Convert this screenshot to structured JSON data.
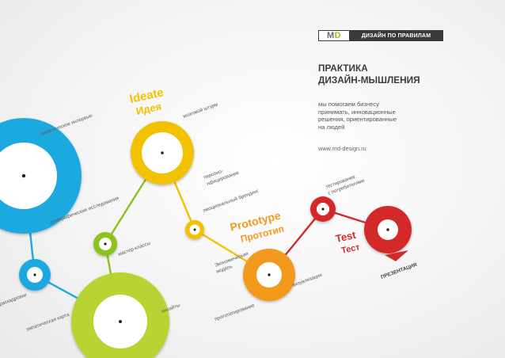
{
  "brand": {
    "logo_m": "M",
    "logo_d": "D",
    "tagline": "ДИЗАЙН ПО ПРАВИЛАМ",
    "colors": {
      "logo_green": "#9bc21d",
      "dark": "#3a3a3a"
    }
  },
  "headline": {
    "line1": "ПРАКТИКА",
    "line2": "ДИЗАЙН-МЫШЛЕНИЯ"
  },
  "description": {
    "line1": "мы помогаем бизнесу",
    "line2": "принимать, инновационные",
    "line3": "решения, ориентированные",
    "line4": "на людей"
  },
  "website": "www.md-design.ru",
  "stages": {
    "ideate": {
      "en": "Ideate",
      "ru": "Идея",
      "color": "#f2c200"
    },
    "prototype": {
      "en": "Prototype",
      "ru": "Прототип",
      "color": "#f39a1e"
    },
    "test": {
      "en": "Test",
      "ru": "Тест",
      "color": "#d22a2a"
    }
  },
  "node_colors": {
    "cyan": "#1ba9e0",
    "lime": "#b8d432",
    "green": "#8cc21a",
    "yellow": "#f2c200",
    "orange": "#f39a1e",
    "red": "#d22a2a"
  },
  "annotations": {
    "empathic_interview": "эмпатическое интервью",
    "brainstorm": "мозговой штурм",
    "ethnographic_research": "этнографические исследования",
    "personification_1": "персоно-",
    "personification_2": "нфицирование",
    "emotional_branding": "эмоциональный брендинг",
    "workshops": "мастер-классы",
    "economic_model_1": "Экономическая",
    "economic_model_2": "модель",
    "empathy_map": "эмпатическая карта",
    "insights": "инсайты",
    "prototyping": "прототипирование",
    "visualization": "визуализация",
    "testing_1": "тестирование",
    "testing_2": "с потребителями",
    "storyboards": "раскадровки",
    "presentation": "ПРЕЗЕНТАЦИЯ"
  }
}
